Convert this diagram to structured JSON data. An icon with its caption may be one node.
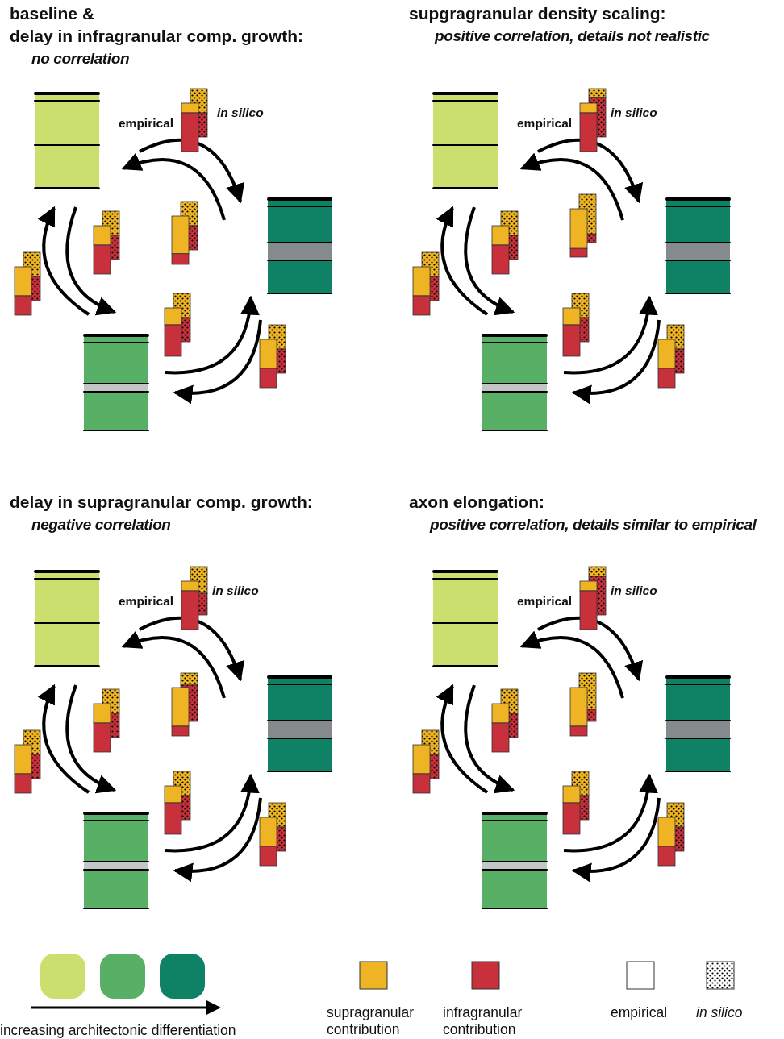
{
  "diagram": {
    "nodes": [
      {
        "text": [],
        "shape": "box"
      },
      {
        "text": [],
        "shape": "box"
      },
      {
        "text": [],
        "shape": "box"
      },
      {
        "text": [],
        "shape": "box"
      },
      {
        "text": [],
        "shape": "box"
      },
      {
        "text": [],
        "shape": "box"
      },
      {
        "text": [],
        "shape": "box"
      },
      {
        "text": [],
        "shape": "box"
      },
      {
        "text": [],
        "shape": "box"
      },
      {
        "text": [],
        "shape": "box"
      },
      {
        "text": [],
        "shape": "box"
      },
      {
        "text": [],
        "shape": "box"
      }
    ],
    "edges": [
      {
        "from": 0,
        "to": 1,
        "arrow": "to"
      },
      {
        "from": 1,
        "to": 0,
        "arrow": "to"
      },
      {
        "from": 2,
        "to": 0,
        "arrow": "to"
      },
      {
        "from": 0,
        "to": 2,
        "arrow": "to"
      },
      {
        "from": 2,
        "to": 1,
        "arrow": "to"
      },
      {
        "from": 1,
        "to": 2,
        "arrow": "to"
      },
      {
        "from": 3,
        "to": 4,
        "arrow": "to"
      },
      {
        "from": 4,
        "to": 3,
        "arrow": "to"
      },
      {
        "from": 5,
        "to": 3,
        "arrow": "to"
      },
      {
        "from": 3,
        "to": 5,
        "arrow": "to"
      },
      {
        "from": 5,
        "to": 4,
        "arrow": "to"
      },
      {
        "from": 4,
        "to": 5,
        "arrow": "to"
      },
      {
        "from": 6,
        "to": 7,
        "arrow": "to"
      },
      {
        "from": 7,
        "to": 6,
        "arrow": "to"
      },
      {
        "from": 8,
        "to": 6,
        "arrow": "to"
      },
      {
        "from": 6,
        "to": 8,
        "arrow": "to"
      },
      {
        "from": 8,
        "to": 7,
        "arrow": "to"
      },
      {
        "from": 7,
        "to": 8,
        "arrow": "to"
      },
      {
        "from": 9,
        "to": 10,
        "arrow": "to"
      },
      {
        "from": 10,
        "to": 9,
        "arrow": "to"
      },
      {
        "from": 11,
        "to": 9,
        "arrow": "to"
      },
      {
        "from": 9,
        "to": 11,
        "arrow": "to"
      },
      {
        "from": 11,
        "to": 10,
        "arrow": "to"
      },
      {
        "from": 10,
        "to": 11,
        "arrow": "to"
      }
    ],
    "labels": [
      "baseline &",
      "delay in infragranular comp. growth:",
      "no correlation",
      "empirical",
      "in silico",
      "supgragranular density scaling:",
      "positive correlation,  details not realistic",
      "empirical",
      "in silico",
      "delay in supragranular comp. growth:",
      "negative correlation",
      "empirical",
      "in silico",
      "axon elongation:",
      "positive correlation, details similar to empirical",
      "empirical",
      "in silico",
      "increasing architectonic differentiation"
    ],
    "legend": [
      {
        "text": "supragranular contribution",
        "color": "#eeb424"
      },
      {
        "text": "infragranular contribution",
        "color": "#c8303c"
      },
      {
        "text": "empirical",
        "color": "#ffffff"
      },
      {
        "text": "in silico"
      }
    ]
  }
}
